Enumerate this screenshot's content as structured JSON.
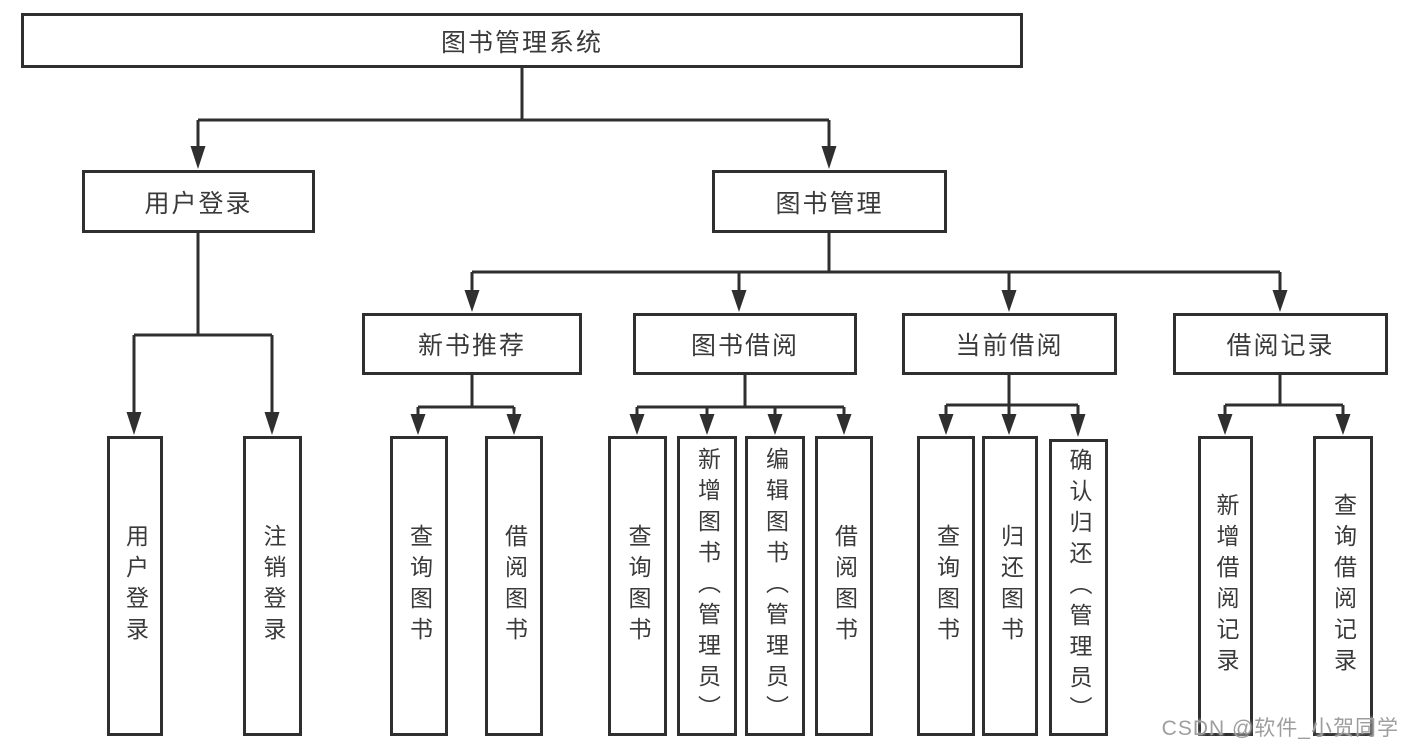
{
  "colors": {
    "line": "#2f2f2f",
    "text": "#3a3a3a",
    "watermark": "#9e9e9e"
  },
  "watermark": {
    "text": "CSDN @软件_小贺同学"
  },
  "diagram": {
    "root": {
      "label": "图书管理系统"
    },
    "branches": [
      {
        "label": "用户登录",
        "children": [
          {
            "label": "用户登录"
          },
          {
            "label": "注销登录"
          }
        ]
      },
      {
        "label": "图书管理",
        "children": [
          {
            "label": "新书推荐",
            "children": [
              {
                "label": "查询图书"
              },
              {
                "label": "借阅图书"
              }
            ]
          },
          {
            "label": "图书借阅",
            "children": [
              {
                "label": "查询图书"
              },
              {
                "label": "新增图书（管理员）"
              },
              {
                "label": "编辑图书（管理员）"
              },
              {
                "label": "借阅图书"
              }
            ]
          },
          {
            "label": "当前借阅",
            "children": [
              {
                "label": "查询图书"
              },
              {
                "label": "归还图书"
              },
              {
                "label": "确认归还（管理员）"
              }
            ]
          },
          {
            "label": "借阅记录",
            "children": [
              {
                "label": "新增借阅记录"
              },
              {
                "label": "查询借阅记录"
              }
            ]
          }
        ]
      }
    ]
  }
}
